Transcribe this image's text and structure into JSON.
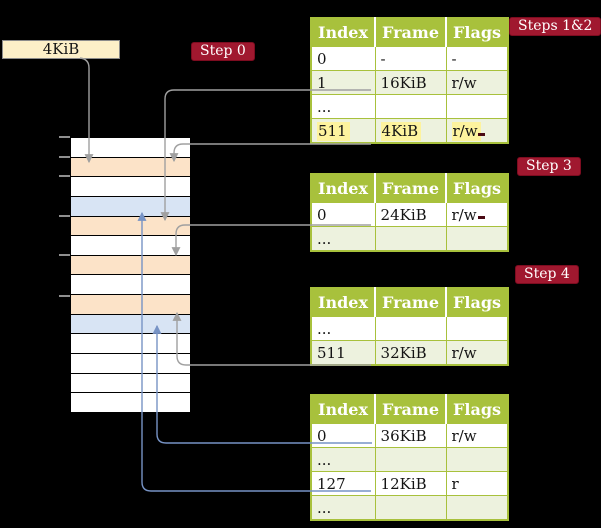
{
  "colors": {
    "header_green": "#A8C13C",
    "row_tint": "#EDF2DE",
    "label_red": "#A0182F",
    "label_red_border": "#7D0C20",
    "peach": "#FCE3C8",
    "light_blue": "#D8E4F4",
    "cream": "#FCEFC8",
    "gray_line": "#A0A0A0",
    "blue_line": "#7793C5",
    "highlight_yellow": "#FDF39E"
  },
  "frame_size_box": {
    "label": "4KiB"
  },
  "step_labels": {
    "step0": "Step 0",
    "steps_1_2": "Steps 1&2",
    "step3": "Step 3",
    "step4": "Step 4"
  },
  "table_headers": [
    "Index",
    "Frame",
    "Flags"
  ],
  "tables": {
    "table1": {
      "rows": [
        {
          "cells": [
            "0",
            "-",
            "-"
          ],
          "tint": false,
          "highlight": false
        },
        {
          "cells": [
            "1",
            "16KiB",
            "r/w"
          ],
          "tint": true,
          "highlight": false
        },
        {
          "cells": [
            "...",
            "",
            ""
          ],
          "tint": false,
          "highlight": false
        },
        {
          "cells": [
            "511",
            "4KiB",
            "r/w"
          ],
          "tint": true,
          "highlight": true
        }
      ]
    },
    "table2": {
      "rows": [
        {
          "cells": [
            "0",
            "24KiB",
            "r/w"
          ],
          "tint": false,
          "highlight": false
        },
        {
          "cells": [
            "...",
            "",
            ""
          ],
          "tint": true,
          "highlight": false
        }
      ]
    },
    "table3": {
      "rows": [
        {
          "cells": [
            "...",
            "",
            ""
          ],
          "tint": false,
          "highlight": false
        },
        {
          "cells": [
            "511",
            "32KiB",
            "r/w"
          ],
          "tint": true,
          "highlight": false
        }
      ]
    },
    "table4": {
      "rows": [
        {
          "cells": [
            "0",
            "36KiB",
            "r/w"
          ],
          "tint": false,
          "highlight": false
        },
        {
          "cells": [
            "...",
            "",
            ""
          ],
          "tint": true,
          "highlight": false
        },
        {
          "cells": [
            "127",
            "12KiB",
            "r"
          ],
          "tint": false,
          "highlight": false
        },
        {
          "cells": [
            "...",
            "",
            ""
          ],
          "tint": true,
          "highlight": false
        }
      ]
    }
  },
  "memory_stack": {
    "rows": [
      {
        "color": "white"
      },
      {
        "color": "peach"
      },
      {
        "color": "white"
      },
      {
        "color": "blue"
      },
      {
        "color": "peach"
      },
      {
        "color": "white"
      },
      {
        "color": "peach"
      },
      {
        "color": "white"
      },
      {
        "color": "peach"
      },
      {
        "color": "blue"
      },
      {
        "color": "white"
      },
      {
        "color": "white"
      },
      {
        "color": "white"
      },
      {
        "color": "white"
      }
    ]
  }
}
